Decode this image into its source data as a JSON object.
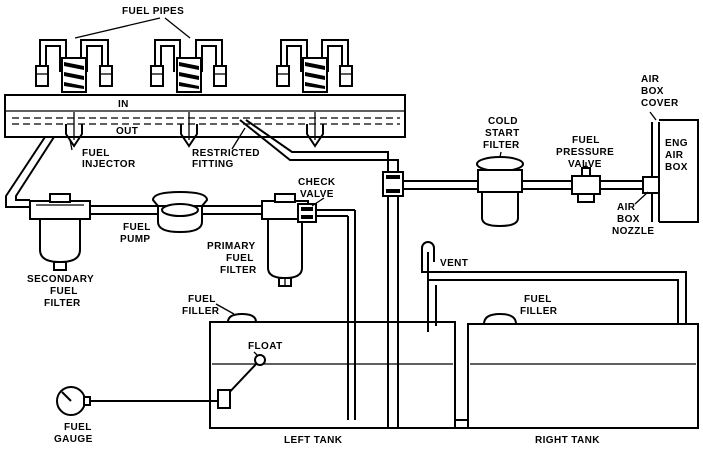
{
  "labels": {
    "fuel_pipes": "FUEL PIPES",
    "in": "IN",
    "out": "OUT",
    "fuel_injector": [
      "FUEL",
      "INJECTOR"
    ],
    "restricted_fitting": [
      "RESTRICTED",
      "FITTING"
    ],
    "cold_start_filter": [
      "COLD",
      "START",
      "FILTER"
    ],
    "fuel_pressure_valve": [
      "FUEL",
      "PRESSURE",
      "VALVE"
    ],
    "air_box_cover": [
      "AIR",
      "BOX",
      "COVER"
    ],
    "eng_air_box": [
      "ENG",
      "AIR",
      "BOX"
    ],
    "air_box_nozzle": [
      "AIR",
      "BOX",
      "NOZZLE"
    ],
    "check_valve": [
      "CHECK",
      "VALVE"
    ],
    "fuel_pump": [
      "FUEL",
      "PUMP"
    ],
    "primary_fuel_filter": [
      "PRIMARY",
      "FUEL",
      "FILTER"
    ],
    "secondary_fuel_filter": [
      "SECONDARY",
      "FUEL",
      "FILTER"
    ],
    "vent": "VENT",
    "fuel_filler_left": [
      "FUEL",
      "FILLER"
    ],
    "fuel_filler_right": [
      "FUEL",
      "FILLER"
    ],
    "float": "FLOAT",
    "fuel_gauge": [
      "FUEL",
      "GAUGE"
    ],
    "left_tank": "LEFT TANK",
    "right_tank": "RIGHT TANK"
  }
}
